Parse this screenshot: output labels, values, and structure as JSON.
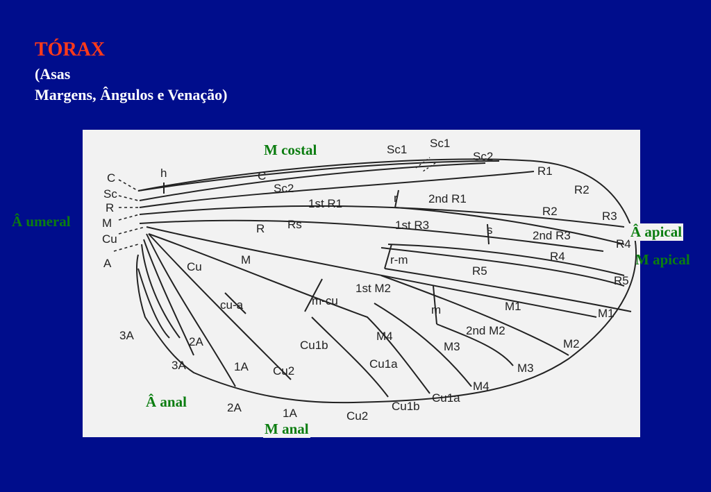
{
  "slide": {
    "title": "TÓRAX",
    "subtitle_line1": "(Asas",
    "subtitle_line2": "Margens, Ângulos e Venação)"
  },
  "annotations": {
    "costal_margin": "M costal",
    "humeral_angle": "Â umeral",
    "apical_angle": "Â apical",
    "apical_margin": "M apical",
    "anal_angle": "Â anal",
    "anal_margin": "M anal"
  },
  "wing_labels": {
    "sc1_a": "Sc1",
    "sc1_b": "Sc1",
    "sc2_top": "Sc2",
    "r1": "R1",
    "r2": "R2",
    "r3": "R3",
    "r4": "R4",
    "r5": "R5",
    "h": "h",
    "c_inner": "C",
    "base_c": "C",
    "base_sc": "Sc",
    "base_r": "R",
    "base_m": "M",
    "base_cu": "Cu",
    "base_a": "A",
    "sc2_inner": "Sc2",
    "first_r1": "1st R1",
    "r_cross": "r",
    "second_r1": "2nd R1",
    "r_vein": "R",
    "rs": "Rs",
    "first_r3": "1st R3",
    "s": "s",
    "inner_r2": "R2",
    "second_r3": "2nd R3",
    "inner_r4": "R4",
    "inner_r5": "R5",
    "cu": "Cu",
    "m": "M",
    "r_m": "r-m",
    "first_m2": "1st M2",
    "m_cu": "m-cu",
    "m_cross": "m",
    "cu_a": "cu-a",
    "inner_m1": "M1",
    "outer_m1": "M1",
    "second_m2": "2nd M2",
    "outer_m2": "M2",
    "m3": "M3",
    "outer_m3": "M3",
    "m4": "M4",
    "outer_m4": "M4",
    "three_a": "3A",
    "two_a": "2A",
    "three_a_b": "3A",
    "one_a": "1A",
    "cu2": "Cu2",
    "cu1b": "Cu1b",
    "cu1a": "Cu1a",
    "two_a_b": "2A",
    "one_a_b": "1A",
    "cu2_b": "Cu2",
    "cu1b_b": "Cu1b",
    "cu1a_b": "Cu1a"
  },
  "colors": {
    "background": "#000d8c",
    "title": "#ff3a1a",
    "subtitle": "#ffffff",
    "annotation": "#0b7d10"
  }
}
